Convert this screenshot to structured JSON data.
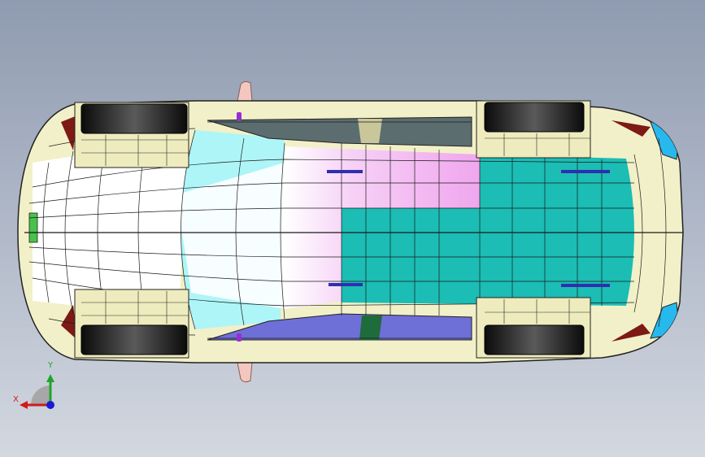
{
  "viewport": {
    "background_top": "#8f9bb0",
    "background_bottom": "#d3d8e0",
    "view": "top",
    "model_colors": {
      "body": "#f2f0c8",
      "body_shade": "#e4e1a8",
      "tire": "#1e1e1e",
      "windshield": "#aef5f8",
      "roof_front": "#f0a6ee",
      "roof_rear": "#1bbdb4",
      "side_window": "#6f6fd8",
      "light": "#27b9ee",
      "mirror": "#f3c7bf",
      "accent_dark_red": "#7d1a16",
      "rail": "#2e2eb0",
      "mesh_line": "#1a1a1a"
    }
  },
  "triad": {
    "x_label": "X",
    "y_label": "Y",
    "x_color": "#d11a1a",
    "y_color": "#1ea52a",
    "z_color": "#1a1ad6",
    "icon": "axis-triad-icon"
  }
}
